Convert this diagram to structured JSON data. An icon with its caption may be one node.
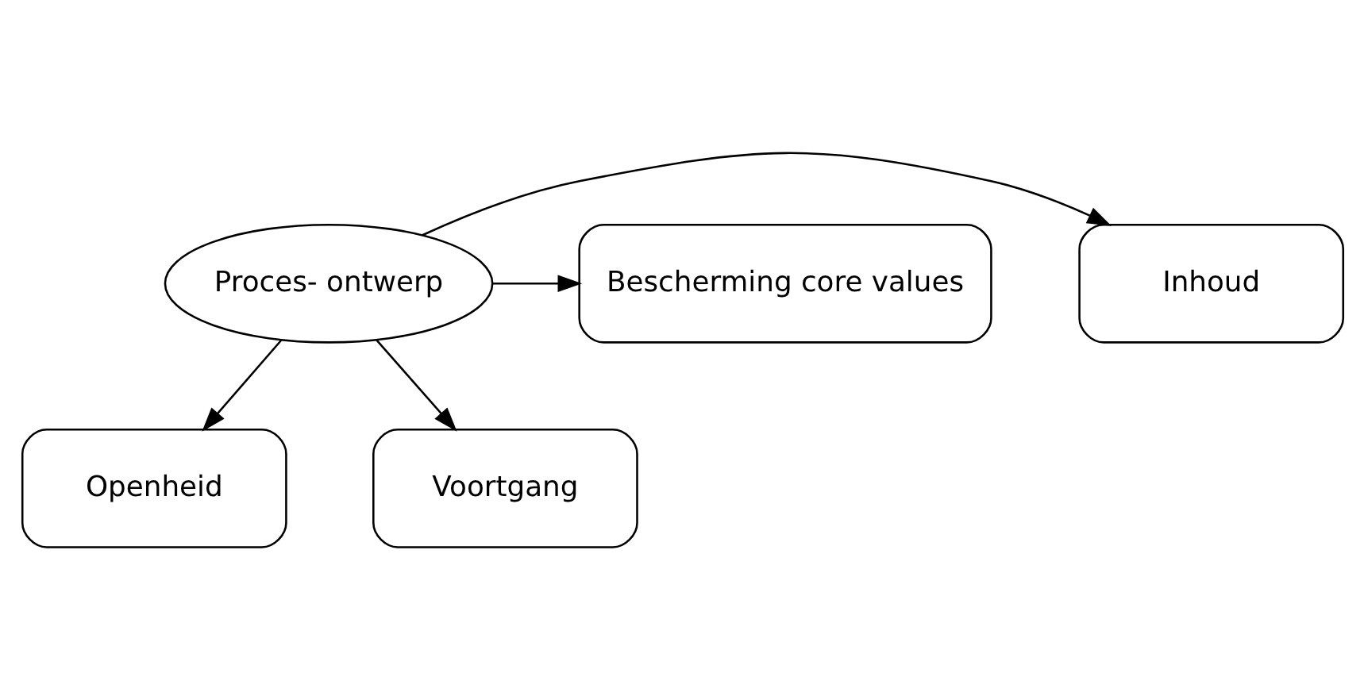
{
  "diagram": {
    "nodes": [
      {
        "text": [
          "Proces- ontwerp"
        ]
      },
      {
        "text": [
          "Openheid"
        ]
      },
      {
        "text": [
          "Inhoud"
        ]
      },
      {
        "text": [
          "Bescherming core values"
        ]
      },
      {
        "text": [
          "Voortgang"
        ]
      }
    ],
    "edges": [
      {
        "from": 0,
        "to": 1,
        "arrow": "to"
      },
      {
        "from": 0,
        "to": 2,
        "arrow": "to"
      },
      {
        "from": 0,
        "to": 3,
        "arrow": "to"
      },
      {
        "from": 0,
        "to": 4,
        "arrow": "to"
      }
    ]
  }
}
